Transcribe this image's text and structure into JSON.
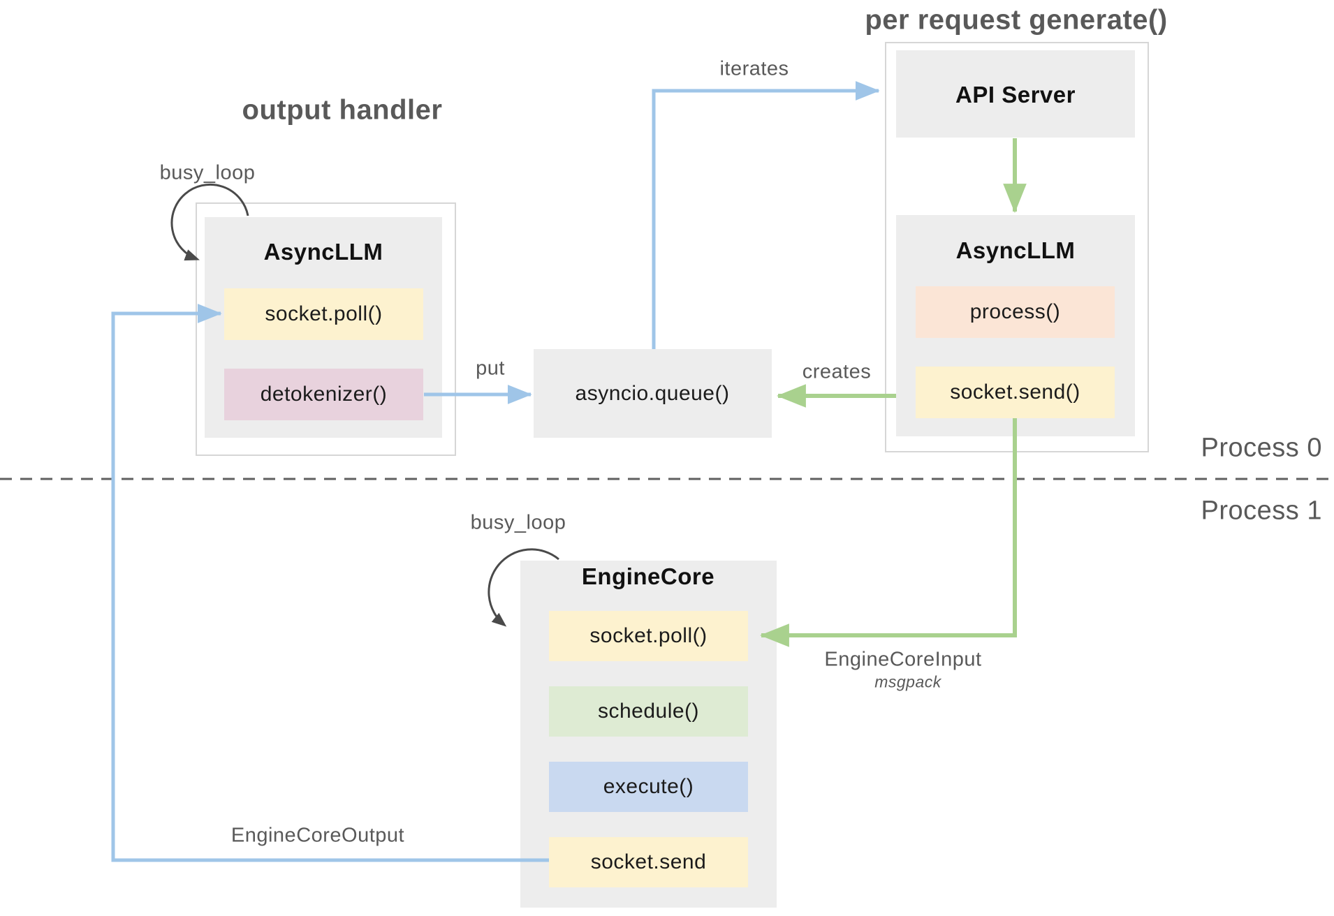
{
  "labels": {
    "output_handler": "output handler",
    "per_request_generate": "per request generate()",
    "busy_loop_left": "busy_loop",
    "busy_loop_engine": "busy_loop",
    "iterates": "iterates",
    "put": "put",
    "creates": "creates",
    "process_0": "Process 0",
    "process_1": "Process 1",
    "engine_core_input": "EngineCoreInput",
    "msgpack": "msgpack",
    "engine_core_output": "EngineCoreOutput"
  },
  "nodes": {
    "output_handler_group": {
      "title": "AsyncLLM",
      "items": [
        "socket.poll()",
        "detokenizer()"
      ]
    },
    "request_group": {
      "api_server": "API Server",
      "title": "AsyncLLM",
      "items": [
        "process()",
        "socket.send()"
      ]
    },
    "queue": "asyncio.queue()",
    "engine_core": {
      "title": "EngineCore",
      "items": [
        "socket.poll()",
        "schedule()",
        "execute()",
        "socket.send"
      ]
    }
  },
  "colors": {
    "accent_blue": "#9FC5E8",
    "accent_green": "#A9D18E",
    "chip_yellow": "#FDF2CF",
    "chip_pink": "#E8D2DD",
    "chip_orange": "#FBE5D6",
    "chip_green": "#DEEBD3",
    "chip_blue": "#C9D9F0",
    "panel_gray": "#EDEDED",
    "frame_border": "#D6D6D6",
    "label_gray": "#595959",
    "loop_arrow": "#4A4A4A"
  }
}
